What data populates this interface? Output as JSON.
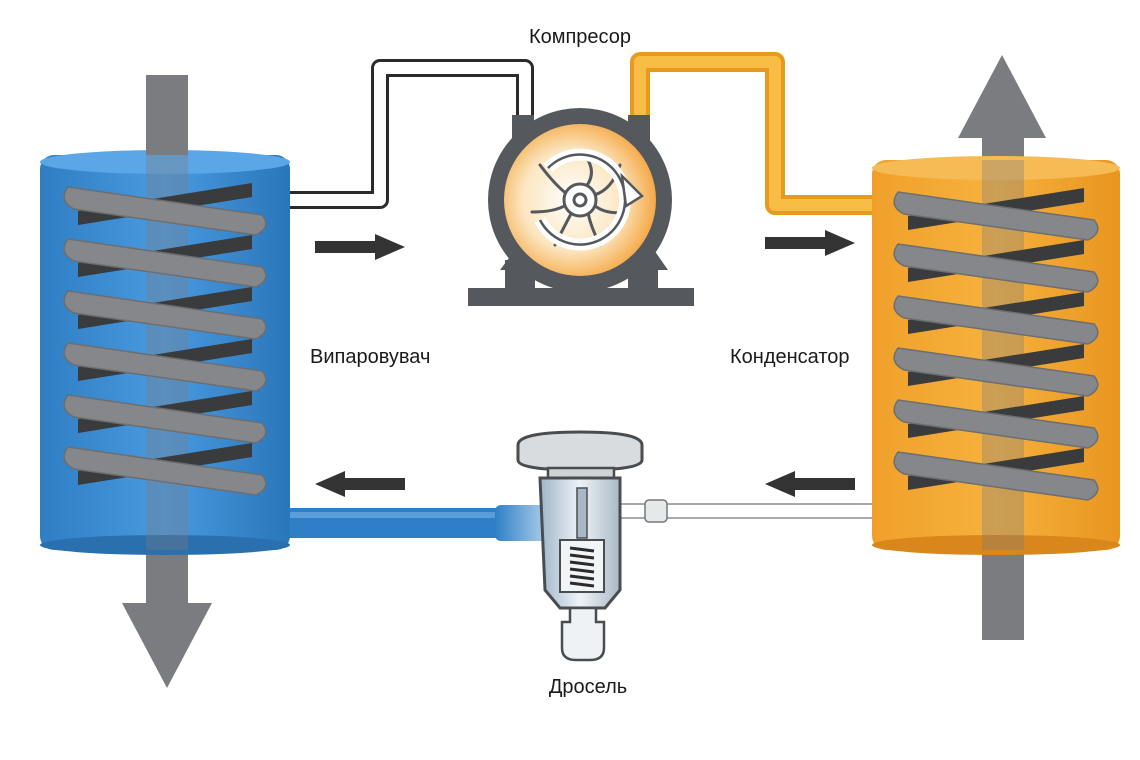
{
  "labels": {
    "compressor": "Компресор",
    "evaporator": "Випаровувач",
    "condenser": "Конденсатор",
    "throttle": "Дросель"
  },
  "colors": {
    "evaporator_body": "#3d8fd6",
    "condenser_body": "#f2a22c",
    "hot_pipe": "#f6b233",
    "cold_pipe": "#2f7fc7",
    "coil": "#808285",
    "coil_dark": "#3a3b3d",
    "air_arrow": "#7a7c7f",
    "flow_arrow": "#333333",
    "machine": "#55585c"
  },
  "icons": {
    "evaporator": "evaporator-coil-icon",
    "condenser": "condenser-coil-icon",
    "compressor": "compressor-icon",
    "throttle": "expansion-valve-icon"
  }
}
